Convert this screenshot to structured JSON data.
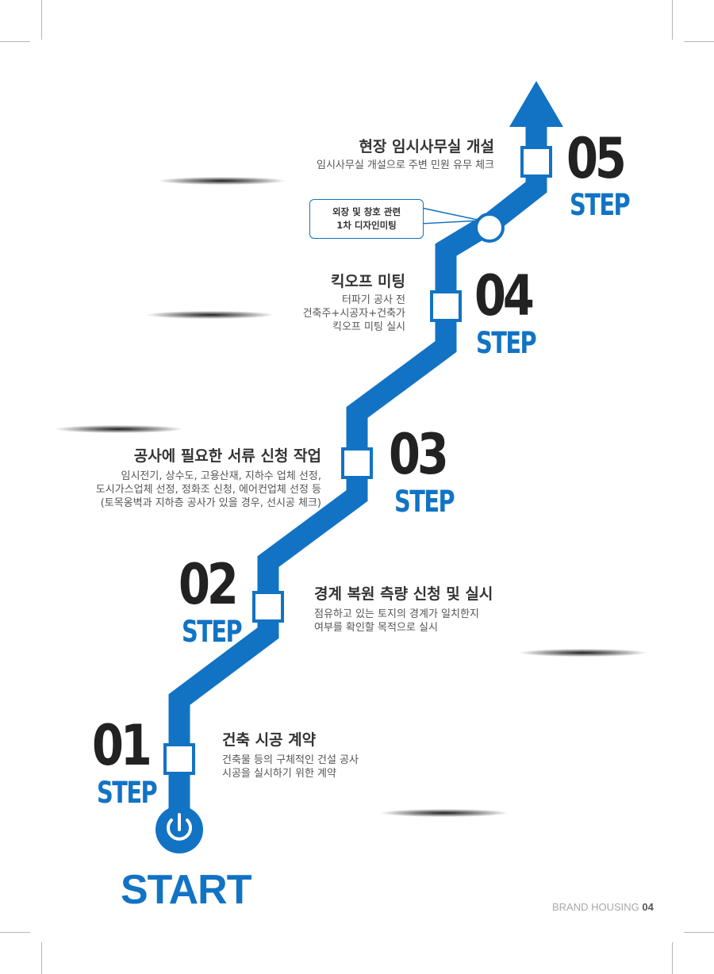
{
  "start_label": "START",
  "footer": {
    "brand": "BRAND HOUSING",
    "page": "04"
  },
  "callout": {
    "line1": "외장 및 창호 관련",
    "line2": "1차 디자인미팅"
  },
  "steps": [
    {
      "number": "01",
      "step_label": "STEP",
      "title": "건축 시공 계약",
      "desc": [
        "건축물 등의 구체적인 건설 공사",
        "시공을 실시하기 위한 계약"
      ]
    },
    {
      "number": "02",
      "step_label": "STEP",
      "title": "경계 복원 측량 신청 및 실시",
      "desc": [
        "점유하고 있는 토지의 경계가 일치한지",
        "여부를 확인할 목적으로 실시"
      ]
    },
    {
      "number": "03",
      "step_label": "STEP",
      "title": "공사에 필요한 서류 신청 작업",
      "desc": [
        "임시전기, 상수도, 고용산재, 지하수 업체 선정,",
        "도시가스업체 선정, 정화조 신청, 에어컨업체 선정 등",
        "(토목옹벽과 지하층 공사가 있을 경우, 선시공 체크)"
      ]
    },
    {
      "number": "04",
      "step_label": "STEP",
      "title": "킥오프 미팅",
      "desc": [
        "터파기 공사 전",
        "건축주+시공자+건축가",
        "킥오프 미팅 실시"
      ]
    },
    {
      "number": "05",
      "step_label": "STEP",
      "title": "현장 임시사무실 개설",
      "desc": [
        "임시사무실 개설으로 주변 민원 유무 체크"
      ]
    }
  ],
  "colors": {
    "accent": "#1273c4",
    "text": "#333333",
    "footer": "#a8a8a8"
  },
  "icons": [
    "power-icon",
    "arrow-up-icon"
  ]
}
